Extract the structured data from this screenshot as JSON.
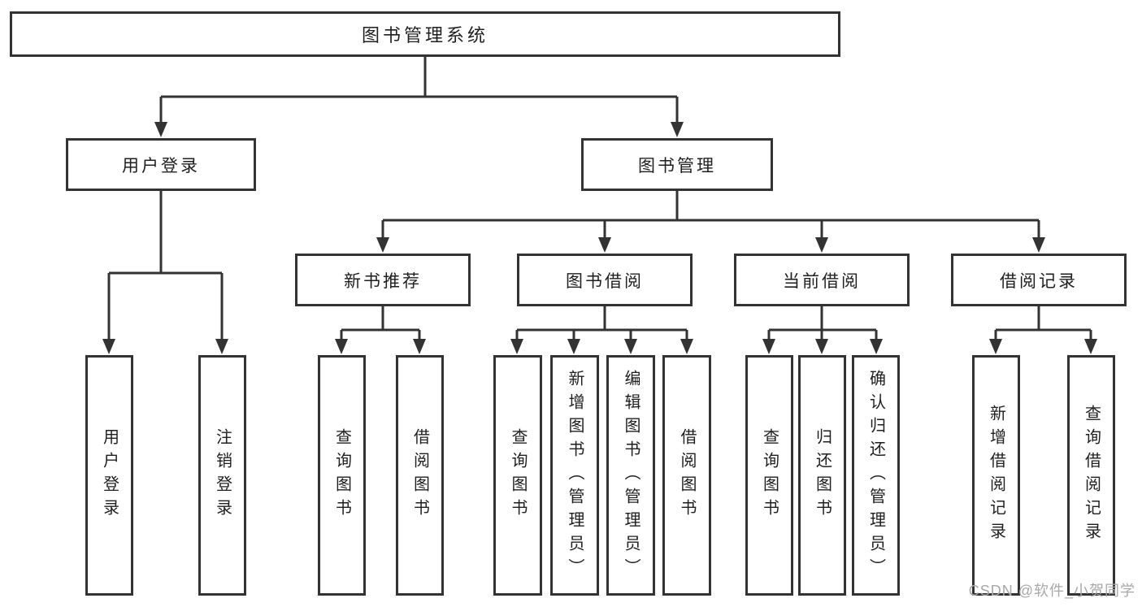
{
  "watermark": {
    "text": "CSDN @软件_小贺同学"
  },
  "tree": {
    "root": {
      "label": "图书管理系统"
    },
    "branches": [
      {
        "label": "用户登录",
        "children": [
          {
            "label": "用户登录"
          },
          {
            "label": "注销登录"
          }
        ]
      },
      {
        "label": "图书管理",
        "children": [
          {
            "label": "新书推荐",
            "children": [
              {
                "label": "查询图书"
              },
              {
                "label": "借阅图书"
              }
            ]
          },
          {
            "label": "图书借阅",
            "children": [
              {
                "label": "查询图书"
              },
              {
                "label": "新增图书（管理员）"
              },
              {
                "label": "编辑图书（管理员）"
              },
              {
                "label": "借阅图书"
              }
            ]
          },
          {
            "label": "当前借阅",
            "children": [
              {
                "label": "查询图书"
              },
              {
                "label": "归还图书"
              },
              {
                "label": "确认归还（管理员）"
              }
            ]
          },
          {
            "label": "借阅记录",
            "children": [
              {
                "label": "新增借阅记录"
              },
              {
                "label": "查询借阅记录"
              }
            ]
          }
        ]
      }
    ]
  },
  "style": {
    "line_color": "#333333",
    "text_color": "#1f1f1f",
    "background": "#ffffff",
    "watermark_color": "#a8a8a8"
  }
}
